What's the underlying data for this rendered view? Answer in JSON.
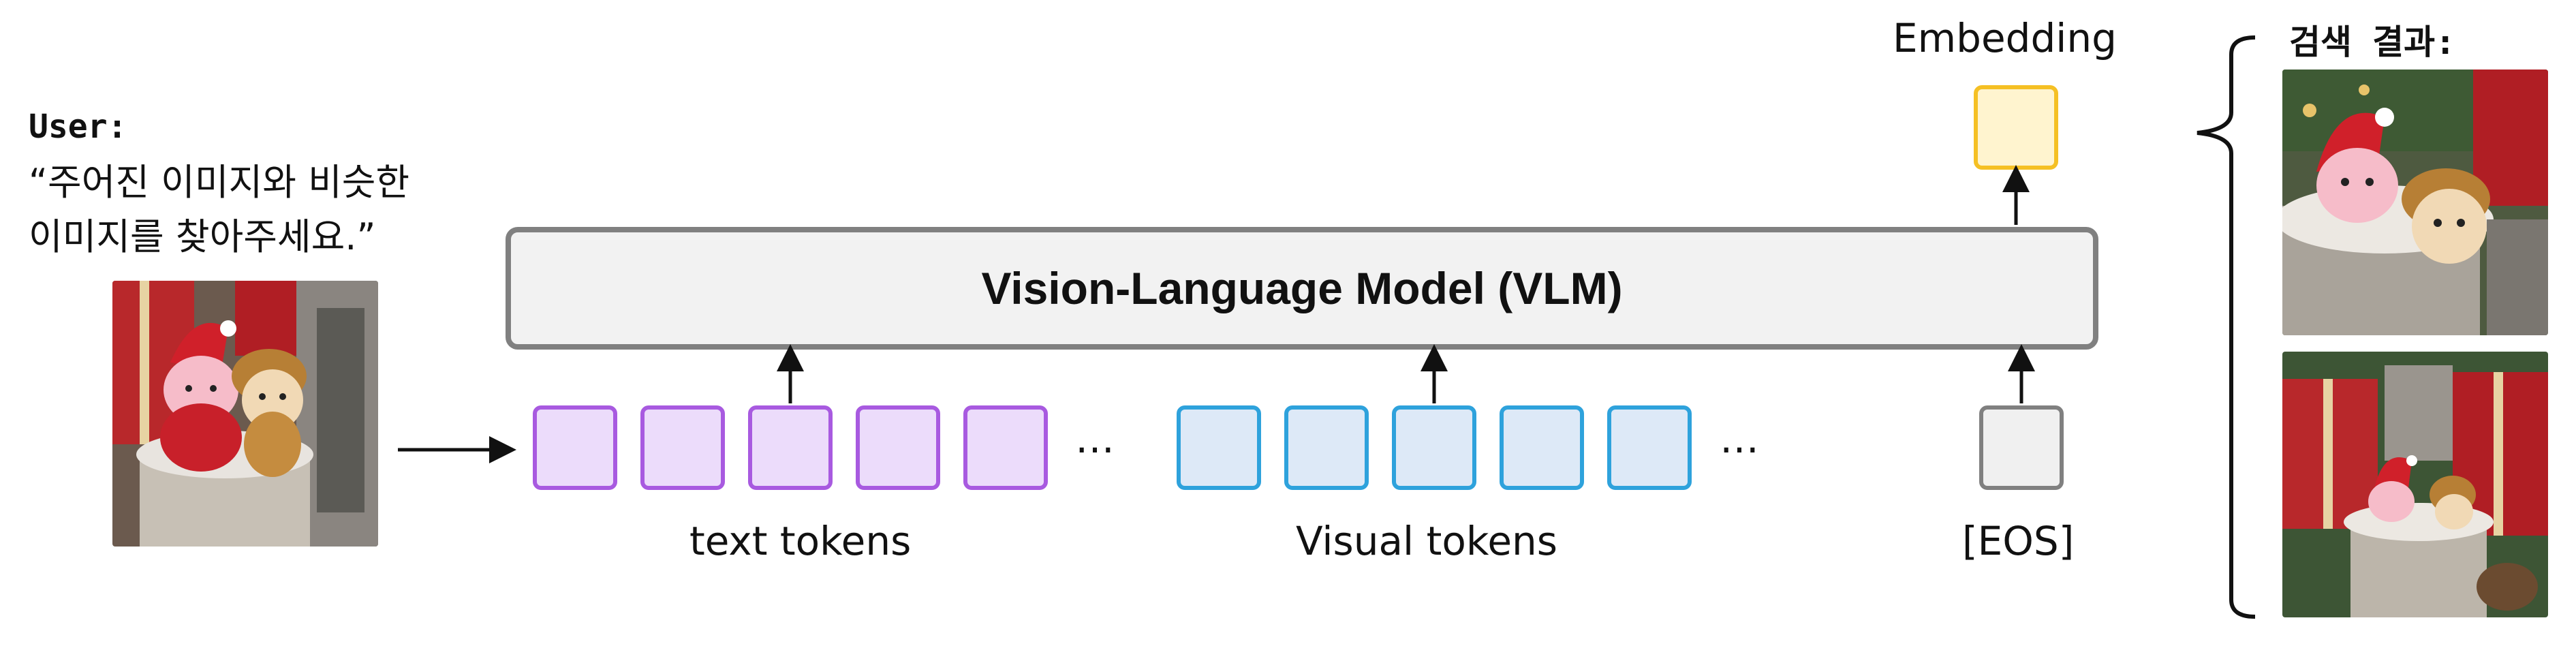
{
  "user": {
    "label": "User:",
    "prompt": "“주어진 이미지와 비슷한\n이미지를 찾아주세요.”"
  },
  "model": {
    "label": "Vision-Language Model (VLM)"
  },
  "tokens": {
    "text_label": "text tokens",
    "visual_label": "Visual tokens",
    "eos_label": "[EOS]",
    "ellipsis": "…"
  },
  "embedding": {
    "label": "Embedding"
  },
  "results": {
    "label": "검색 결과:"
  },
  "colors": {
    "text_token_fill": "#ecdcfb",
    "text_token_border": "#a85ae0",
    "visual_token_fill": "#dde9f7",
    "visual_token_border": "#2ea2dc",
    "eos_fill": "#f0f0f0",
    "eos_border": "#808080",
    "embedding_fill": "#fff4cf",
    "embedding_border": "#f5c024",
    "model_fill": "#f2f2f2",
    "model_border": "#808080"
  }
}
